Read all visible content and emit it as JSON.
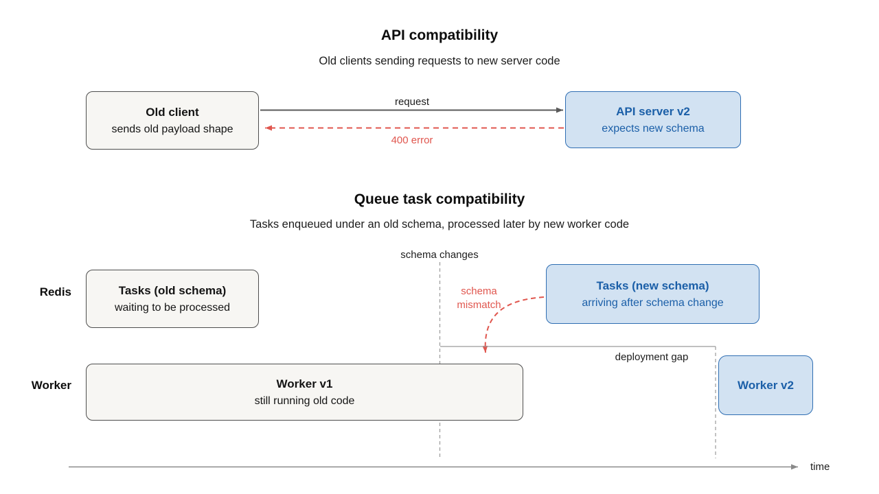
{
  "colors": {
    "gray_box_bg": "#f7f6f3",
    "gray_box_border": "#4d4d4d",
    "blue_box_bg": "#d2e2f2",
    "blue_box_border": "#2e6db2",
    "blue_text": "#1b5fa8",
    "red_accent": "#e0564e",
    "arrow_gray": "#5a5a5a",
    "guide_gray": "#9a9a9a"
  },
  "api": {
    "title": "API compatibility",
    "subtitle": "Old clients sending requests to new server code",
    "old_client": {
      "title": "Old client",
      "subtitle": "sends old payload shape"
    },
    "server": {
      "title": "API server v2",
      "subtitle": "expects new schema"
    },
    "request_label": "request",
    "error_label": "400 error"
  },
  "queue": {
    "title": "Queue task compatibility",
    "subtitle": "Tasks enqueued under an old schema, processed later by new worker code",
    "schema_changes_label": "schema changes",
    "lanes": {
      "redis": "Redis",
      "worker": "Worker"
    },
    "tasks_old": {
      "title": "Tasks (old schema)",
      "subtitle": "waiting to be processed"
    },
    "tasks_new": {
      "title": "Tasks (new schema)",
      "subtitle": "arriving after schema change"
    },
    "mismatch_label": "schema mismatch",
    "worker_v1": {
      "title": "Worker v1",
      "subtitle": "still running old code"
    },
    "worker_v2": {
      "title": "Worker v2"
    },
    "deployment_gap_label": "deployment gap",
    "time_label": "time"
  }
}
